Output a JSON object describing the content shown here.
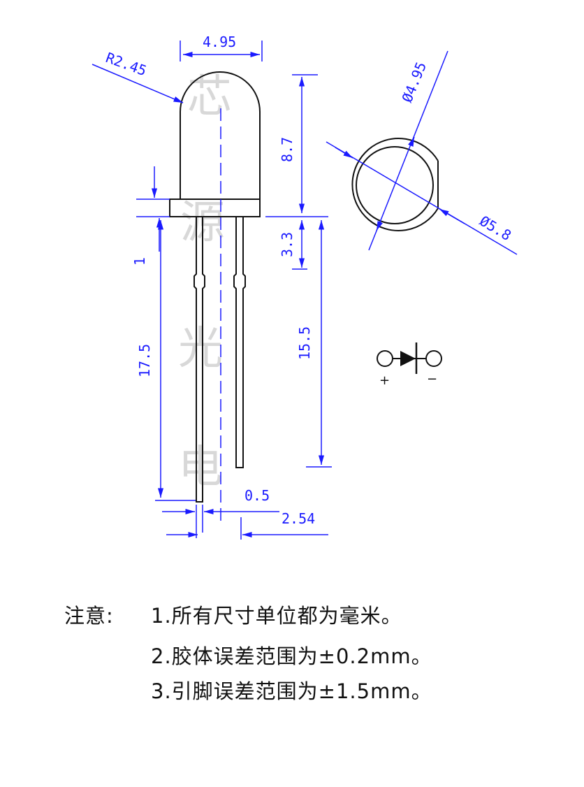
{
  "watermark": [
    "芯",
    "源",
    "光",
    "电"
  ],
  "dimensions": {
    "top_width": "4.95",
    "radius": "R2.45",
    "lens_height": "8.7",
    "flange_height": "3.3",
    "flange_thickness": "1",
    "long_lead": "17.5",
    "short_lead": "15.5",
    "lead_width": "0.5",
    "pitch": "2.54",
    "inner_diameter": "Ø4.95",
    "outer_diameter": "Ø5.8"
  },
  "symbol": {
    "plus": "+",
    "minus": "−"
  },
  "notes": {
    "label": "注意:",
    "lines": [
      "1.所有尺寸单位都为毫米。",
      "2.胶体误差范围为±0.2mm。",
      "3.引脚误差范围为±1.5mm。"
    ]
  },
  "colors": {
    "dimension": "#1a1aff",
    "outline": "#111111",
    "watermark": "#c8c8c8"
  }
}
